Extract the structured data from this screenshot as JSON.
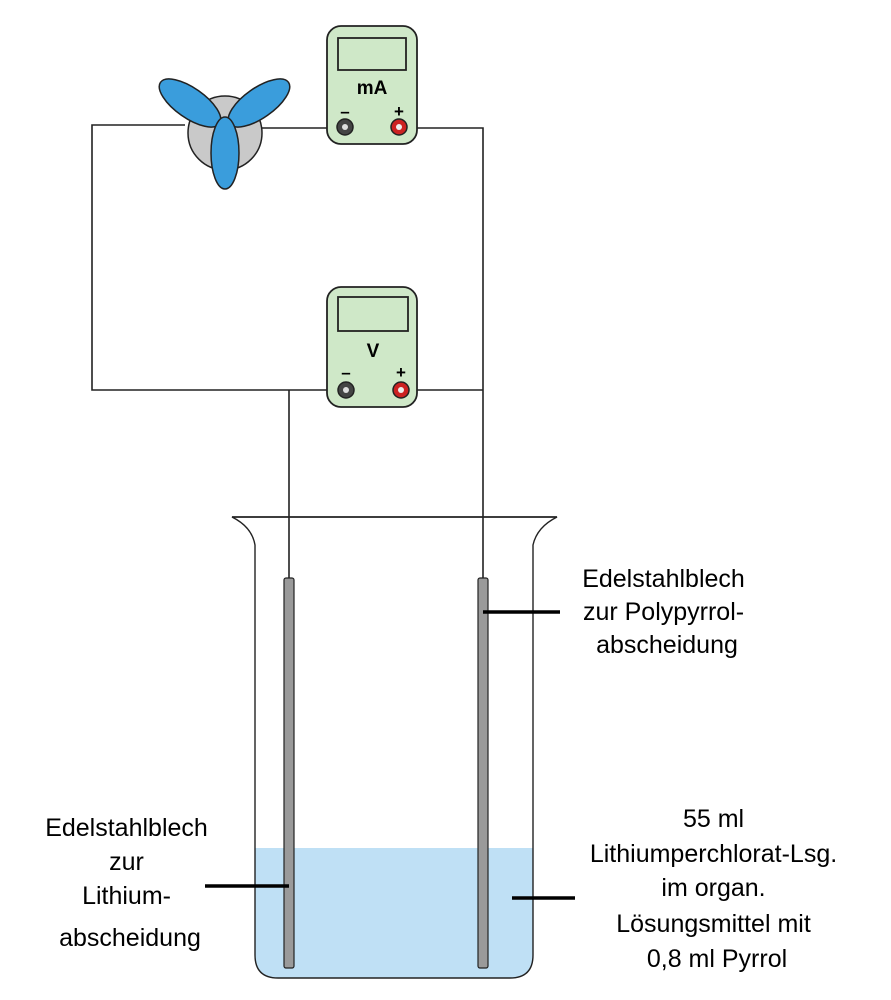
{
  "colors": {
    "meter_body": "#cfe8c8",
    "meter_display": "#cfe8c8",
    "fan_blade": "#3a9ddc",
    "fan_hub": "#c9c9c9",
    "liquid": "#bfe0f5",
    "electrode": "#9a9a9a",
    "wire": "#222222",
    "terminal_neg": "#333333",
    "terminal_pos": "#cc2222"
  },
  "icons": {
    "motor": "fan-icon",
    "ammeter": "ammeter-icon",
    "voltmeter": "voltmeter-icon",
    "beaker": "beaker-icon"
  },
  "ammeter": {
    "unit": "mA",
    "minus": "–",
    "plus": "+"
  },
  "voltmeter": {
    "unit": "V",
    "minus": "–",
    "plus": "+"
  },
  "labels": {
    "right_electrode": [
      "Edelstahlblech",
      "zur Polypyrrol-",
      "abscheidung"
    ],
    "left_electrode": [
      "Edelstahlblech",
      "zur",
      "Lithium-",
      "abscheidung"
    ],
    "solution": [
      "55 ml",
      "Lithiumperchlorat-Lsg.",
      "im organ.",
      "Lösungsmittel mit",
      "0,8 ml Pyrrol"
    ]
  }
}
